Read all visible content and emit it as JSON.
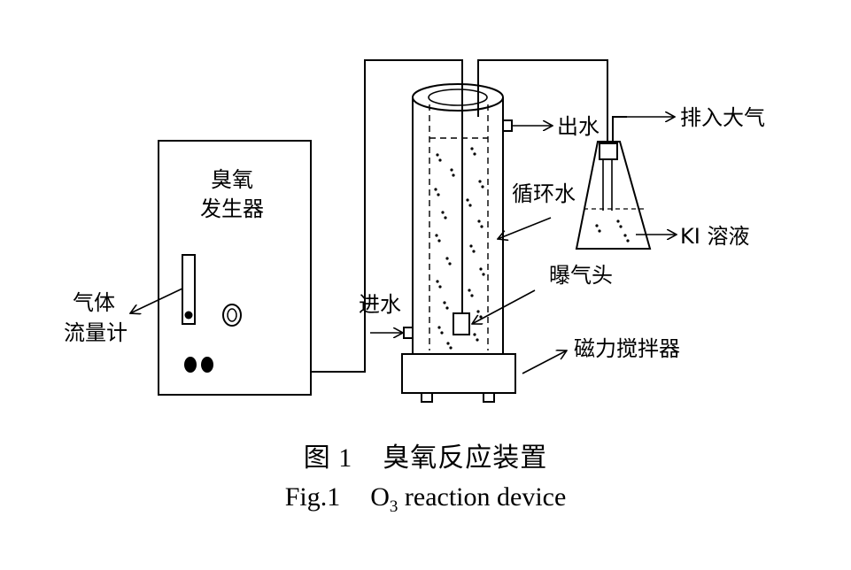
{
  "labels": {
    "generator_line1": "臭氧",
    "generator_line2": "发生器",
    "flowmeter_line1": "气体",
    "flowmeter_line2": "流量计",
    "water_out": "出水",
    "exhaust": "排入大气",
    "circulating_water": "循环水",
    "ki_solution": "KI 溶液",
    "water_in": "进水",
    "aerator": "曝气头",
    "stirrer": "磁力搅拌器"
  },
  "caption": {
    "cn_prefix": "图 1",
    "cn_title": "臭氧反应装置",
    "en_prefix": "Fig.1",
    "en_o": "O",
    "en_sub": "3",
    "en_rest": " reaction device"
  }
}
